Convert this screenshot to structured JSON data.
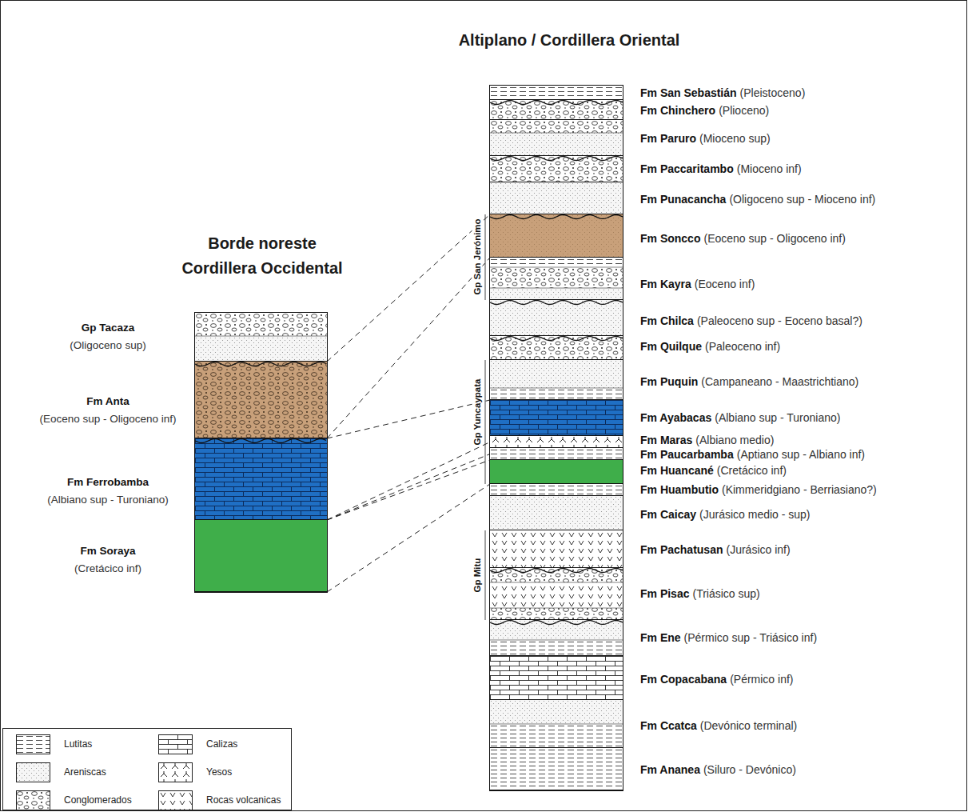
{
  "diagram": {
    "nodes": [
      {
        "text": [
          "Borde noreste Cordillera Occidental"
        ]
      },
      {
        "text": [
          "Gp Tacaza",
          "(Oligoceno sup)"
        ],
        "in": 0
      },
      {
        "text": [
          "Fm Anta",
          "(Eoceno sup - Oligoceno inf)"
        ],
        "in": 0
      },
      {
        "text": [
          "Fm Ferrobamba",
          "(Albiano sup - Turoniano)"
        ],
        "in": 0
      },
      {
        "text": [
          "Fm Soraya",
          "(Cretácico inf)"
        ],
        "in": 0
      },
      {
        "text": [
          "Altiplano / Cordillera Oriental"
        ]
      },
      {
        "text": [
          "Fm San Sebastián",
          "(Pleistoceno)"
        ],
        "in": 5
      },
      {
        "text": [
          "Fm Chinchero",
          "(Plioceno)"
        ],
        "in": 5
      },
      {
        "text": [
          "Fm Paruro",
          "(Mioceno sup)"
        ],
        "in": 5
      },
      {
        "text": [
          "Fm Paccaritambo",
          "(Mioceno inf)"
        ],
        "in": 5
      },
      {
        "text": [
          "Fm Punacancha",
          "(Oligoceno sup - Mioceno inf)"
        ],
        "in": 5
      },
      {
        "text": [
          "Fm Soncco",
          "(Eoceno sup - Oligoceno inf)"
        ],
        "in": 5
      },
      {
        "text": [
          "Fm Kayra",
          "(Eoceno inf)"
        ],
        "in": 5
      },
      {
        "text": [
          "Fm Chilca",
          "(Paleoceno sup - Eoceno basal?)"
        ],
        "in": 5
      },
      {
        "text": [
          "Fm Quilque",
          "(Paleoceno inf)"
        ],
        "in": 5
      },
      {
        "text": [
          "Fm Puquin",
          "(Campaneano - Maastrichtiano)"
        ],
        "in": 5
      },
      {
        "text": [
          "Fm Ayabacas",
          "(Albiano sup - Turoniano)"
        ],
        "in": 5
      },
      {
        "text": [
          "Fm Maras",
          "(Albiano medio)"
        ],
        "in": 5
      },
      {
        "text": [
          "Fm Paucarbamba",
          "(Aptiano sup - Albiano inf)"
        ],
        "in": 5
      },
      {
        "text": [
          "Fm Huancané",
          "(Cretácico inf)"
        ],
        "in": 5
      },
      {
        "text": [
          "Fm Huambutio",
          "(Kimmeridgiano - Berriasiano?)"
        ],
        "in": 5
      },
      {
        "text": [
          "Fm Caicay",
          "(Jurásico medio - sup)"
        ],
        "in": 5
      },
      {
        "text": [
          "Fm Pachatusan",
          "(Jurásico inf)"
        ],
        "in": 5
      },
      {
        "text": [
          "Fm Pisac",
          "(Triásico sup)"
        ],
        "in": 5
      },
      {
        "text": [
          "Fm Ene",
          "(Pérmico sup - Triásico inf)"
        ],
        "in": 5
      },
      {
        "text": [
          "Fm Copacabana",
          "(Pérmico inf)"
        ],
        "in": 5
      },
      {
        "text": [
          "Fm Ccatca",
          "(Devónico terminal)"
        ],
        "in": 5
      },
      {
        "text": [
          "Fm Ananea",
          "(Siluro - Devónico)"
        ],
        "in": 5
      }
    ],
    "edges": [
      {
        "from": 2,
        "to": 11,
        "arrow": "none"
      },
      {
        "from": 2,
        "to": 11,
        "arrow": "none"
      },
      {
        "from": 3,
        "to": 16,
        "arrow": "none"
      },
      {
        "from": 3,
        "to": 17,
        "arrow": "none"
      },
      {
        "from": 3,
        "to": 18,
        "arrow": "none"
      },
      {
        "from": 4,
        "to": 19,
        "arrow": "none"
      },
      {
        "from": 4,
        "to": 19,
        "arrow": "none"
      }
    ],
    "labels": [
      "Gp San Jerónimo",
      "Gp Yuncaypata",
      "Gp Mitu"
    ],
    "legend": [
      {
        "text": "Lutitas"
      },
      {
        "text": "Areniscas"
      },
      {
        "text": "Conglomerados"
      },
      {
        "text": "Calizas"
      },
      {
        "text": "Yesos"
      },
      {
        "text": "Rocas volcanicas"
      }
    ]
  }
}
